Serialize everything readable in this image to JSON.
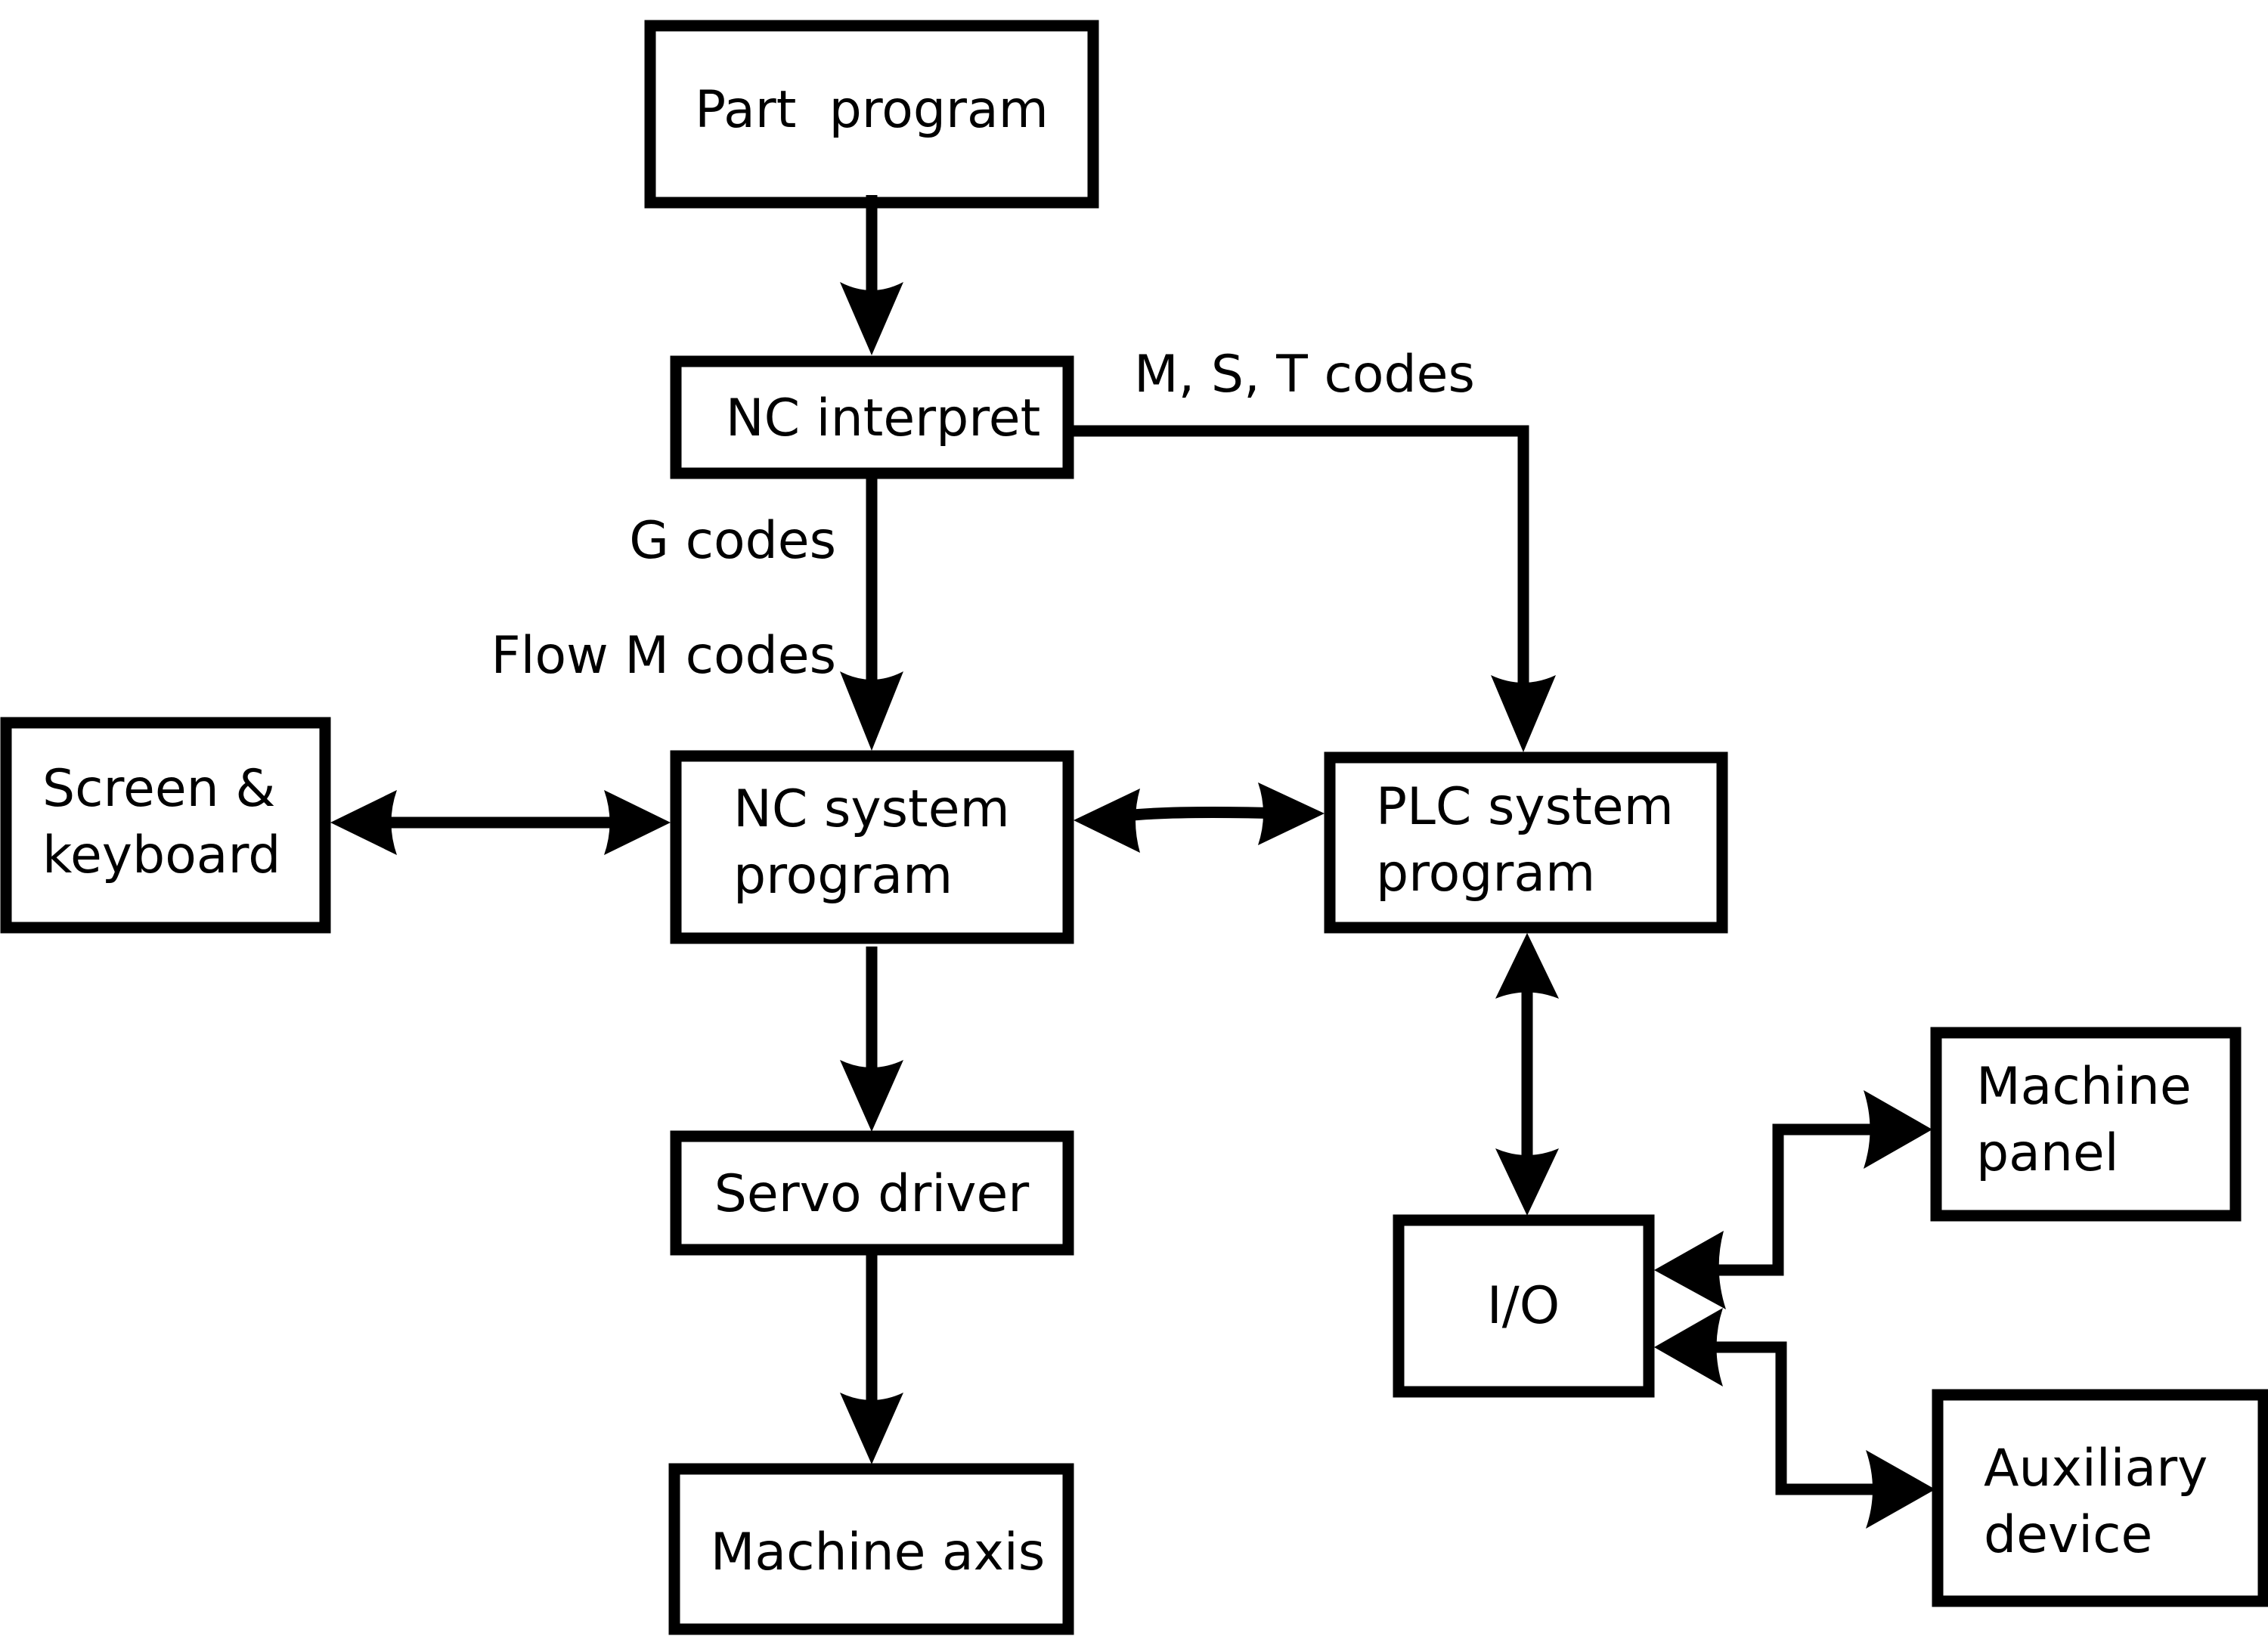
{
  "diagram": {
    "title": "CNC control system block diagram",
    "nodes": {
      "part_program": {
        "label": "Part  program"
      },
      "nc_interpret": {
        "label": "NC interpret"
      },
      "nc_system_program": {
        "line1": "NC system",
        "line2": "program"
      },
      "screen_keyboard": {
        "line1": "Screen &",
        "line2": "keyboard"
      },
      "plc_system_program": {
        "line1": "PLC system",
        "line2": "program"
      },
      "servo_driver": {
        "label": "Servo driver"
      },
      "machine_axis": {
        "label": "Machine axis"
      },
      "io": {
        "label": "I/O"
      },
      "machine_panel": {
        "line1": "Machine",
        "line2": "panel"
      },
      "auxiliary_device": {
        "line1": "Auxiliary",
        "line2": "device"
      }
    },
    "edge_labels": {
      "mst_codes": "M, S, T codes",
      "g_codes": "G codes",
      "flow_m_codes": "Flow M codes"
    },
    "edges": [
      {
        "from": "Part  program",
        "to": "NC interpret",
        "direction": "forward"
      },
      {
        "from": "NC interpret",
        "to": "NC system program",
        "direction": "forward",
        "label": "G codes / Flow M codes"
      },
      {
        "from": "NC interpret",
        "to": "PLC system program",
        "direction": "forward",
        "label": "M, S, T codes"
      },
      {
        "from": "Screen & keyboard",
        "to": "NC system program",
        "direction": "both"
      },
      {
        "from": "NC system program",
        "to": "PLC system program",
        "direction": "both"
      },
      {
        "from": "NC system program",
        "to": "Servo driver",
        "direction": "forward"
      },
      {
        "from": "Servo driver",
        "to": "Machine axis",
        "direction": "forward"
      },
      {
        "from": "PLC system program",
        "to": "I/O",
        "direction": "both"
      },
      {
        "from": "I/O",
        "to": "Machine panel",
        "direction": "both"
      },
      {
        "from": "I/O",
        "to": "Auxiliary device",
        "direction": "both"
      }
    ]
  }
}
